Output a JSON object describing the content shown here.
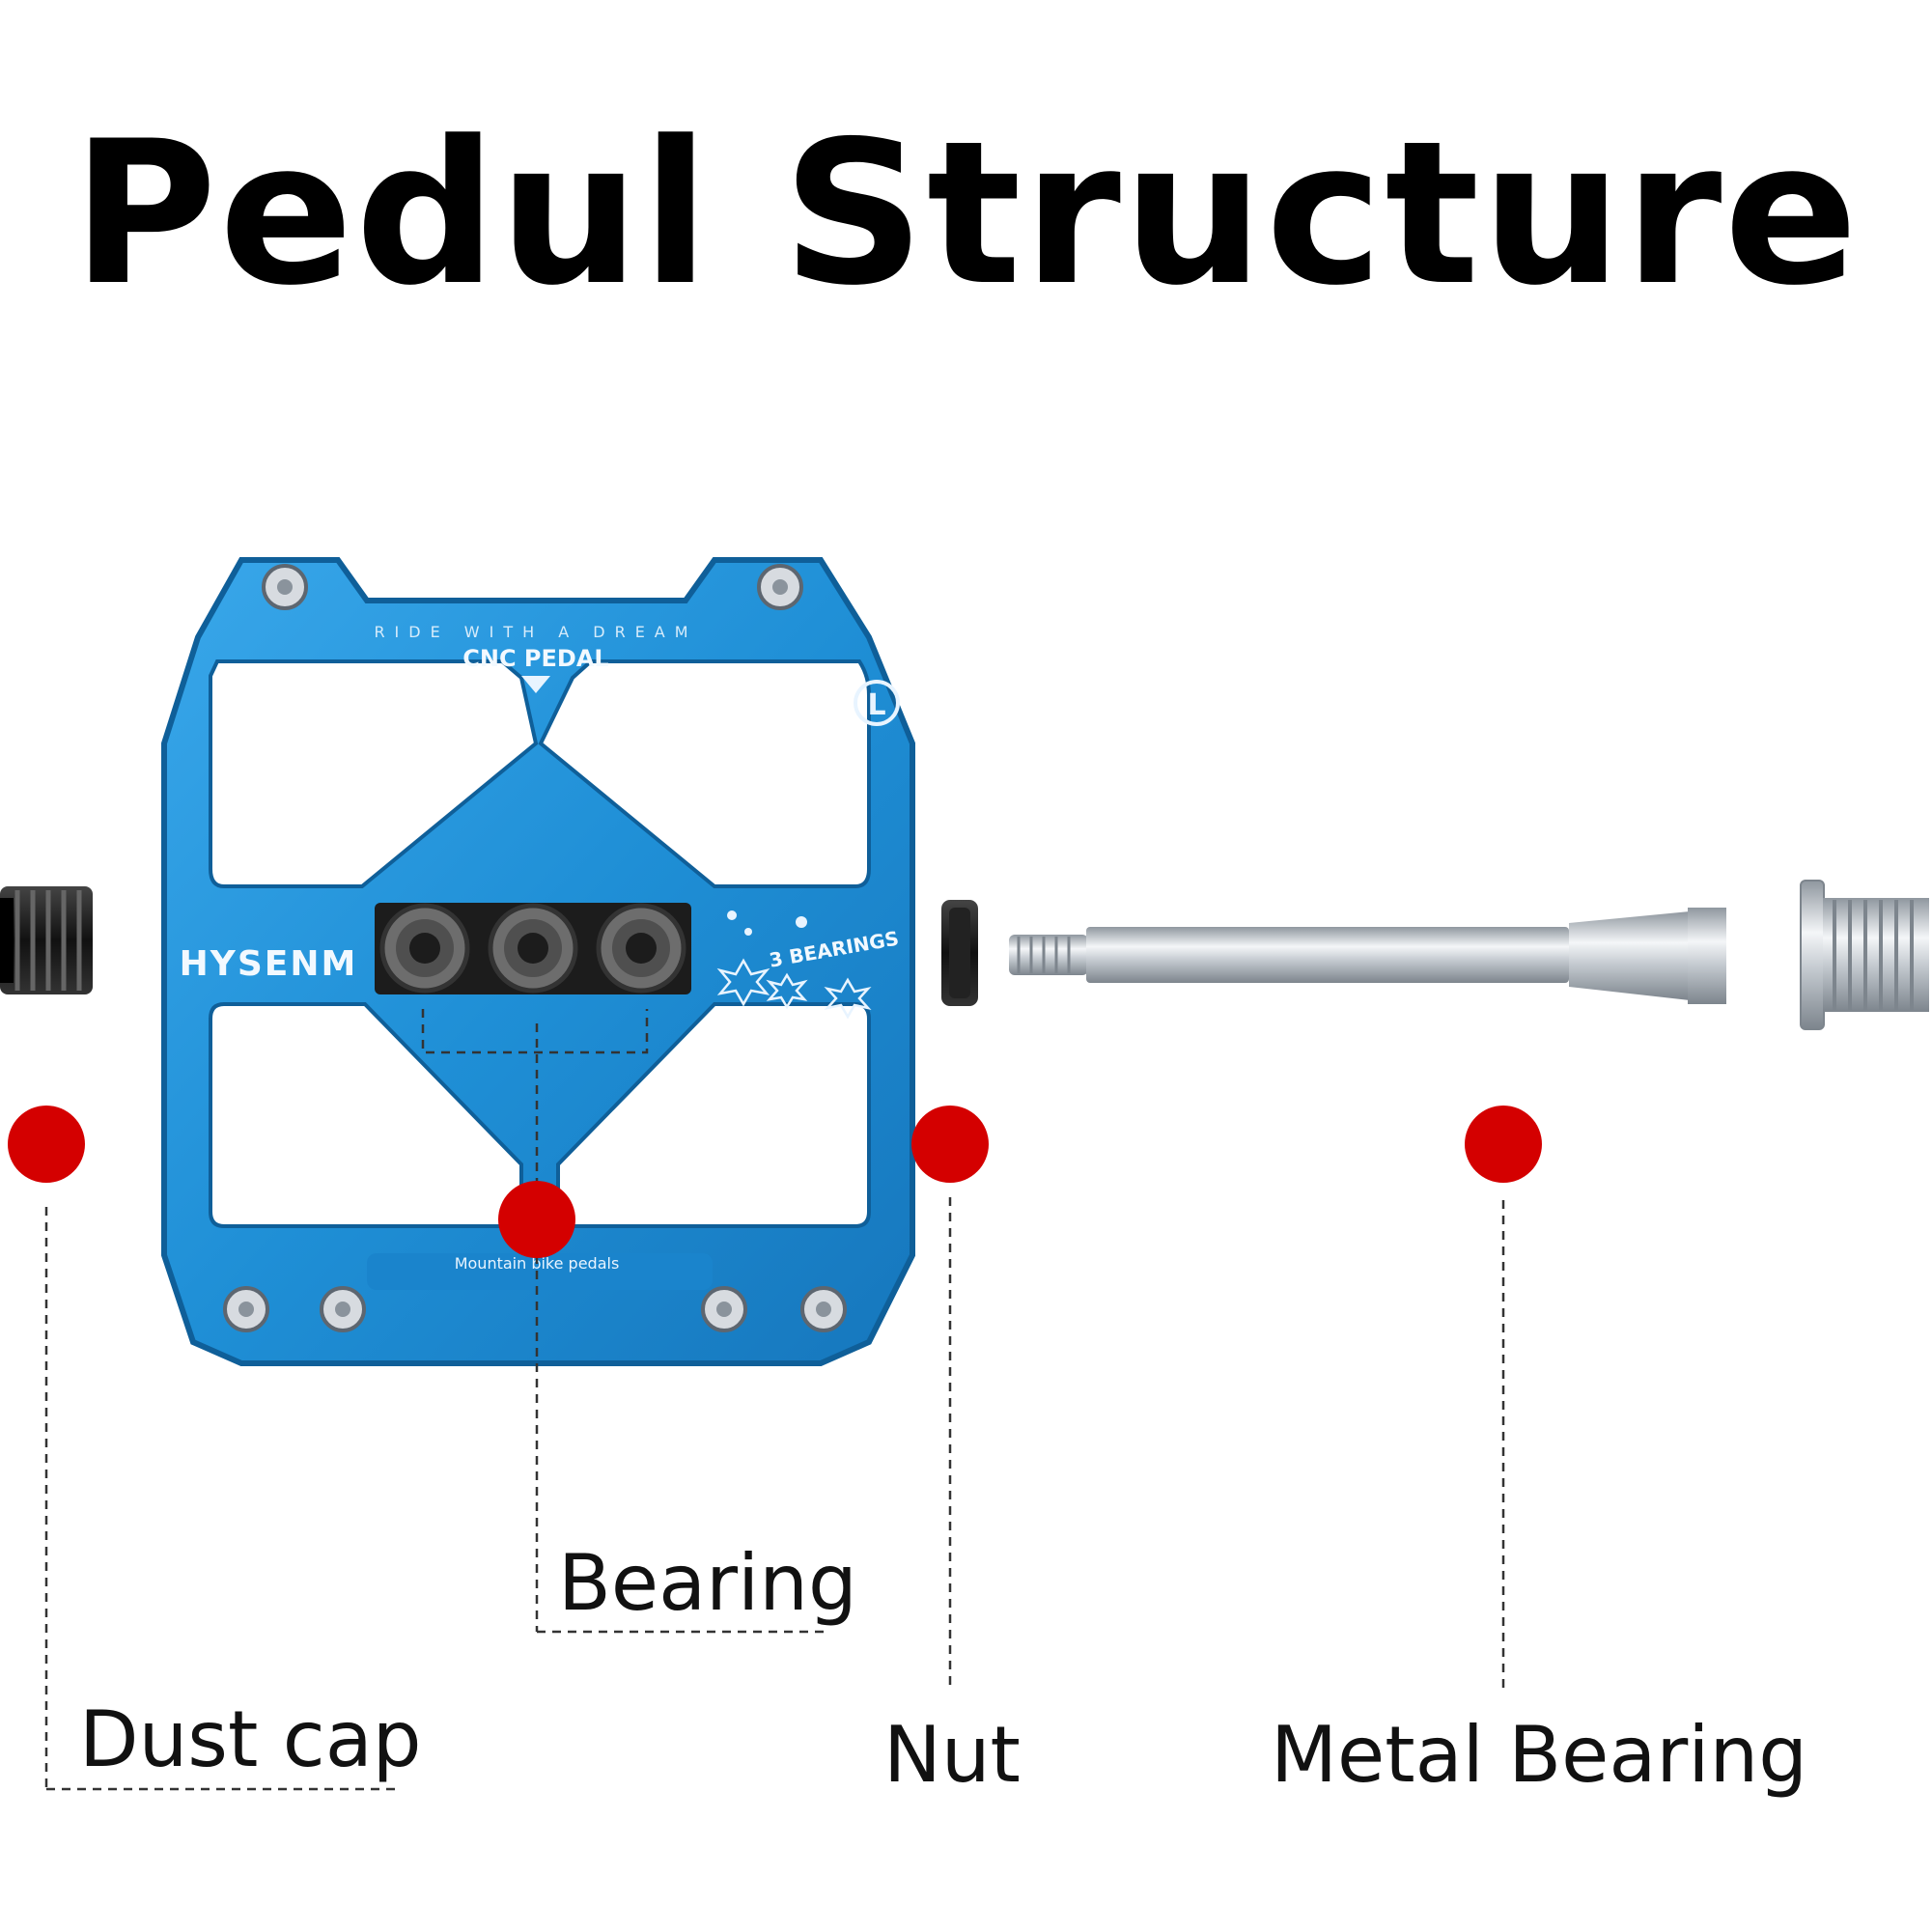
{
  "title": "Pedul Structure",
  "pedal": {
    "top_text": "RIDE WITH A DREAM",
    "model_text": "CNC PEDAL",
    "side_mark": "L",
    "brand": "HYSENM",
    "bearing_count_text": "3 BEARINGS",
    "bottom_text": "Mountain bike pedals"
  },
  "callouts": {
    "dust_cap": "Dust cap",
    "bearing": "Bearing",
    "nut": "Nut",
    "metal_bearing": "Metal Bearing"
  },
  "colors": {
    "pedal_blue": "#1f8fd6",
    "pedal_dark": "#0f5f99",
    "marker_red": "#d40000",
    "axle_silver": "#c6ccd3"
  }
}
